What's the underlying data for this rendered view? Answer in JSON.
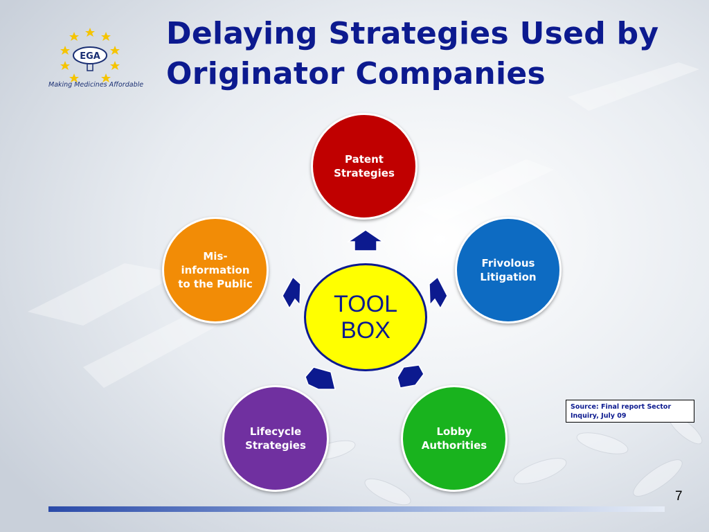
{
  "slide": {
    "title": "Delaying Strategies Used by Originator Companies",
    "page_number": "7"
  },
  "logo": {
    "text": "EGA",
    "tagline": "Making Medicines Affordable"
  },
  "diagram": {
    "center": {
      "label_line1": "TOOL",
      "label_line2": "BOX",
      "color": "#ffff00"
    },
    "nodes": [
      {
        "label": "Patent Strategies",
        "color": "#c00000"
      },
      {
        "label": "Frivolous Litigation",
        "color": "#0d6bc2"
      },
      {
        "label": "Lobby Authorities",
        "color": "#19b31e"
      },
      {
        "label": "Lifecycle Strategies",
        "color": "#7030a0"
      },
      {
        "label": "Mis-information to the Public",
        "color": "#f28c06"
      }
    ],
    "arrow_color": "#0c1a8f"
  },
  "source_note": "Source: Final report Sector Inquiry, July 09"
}
